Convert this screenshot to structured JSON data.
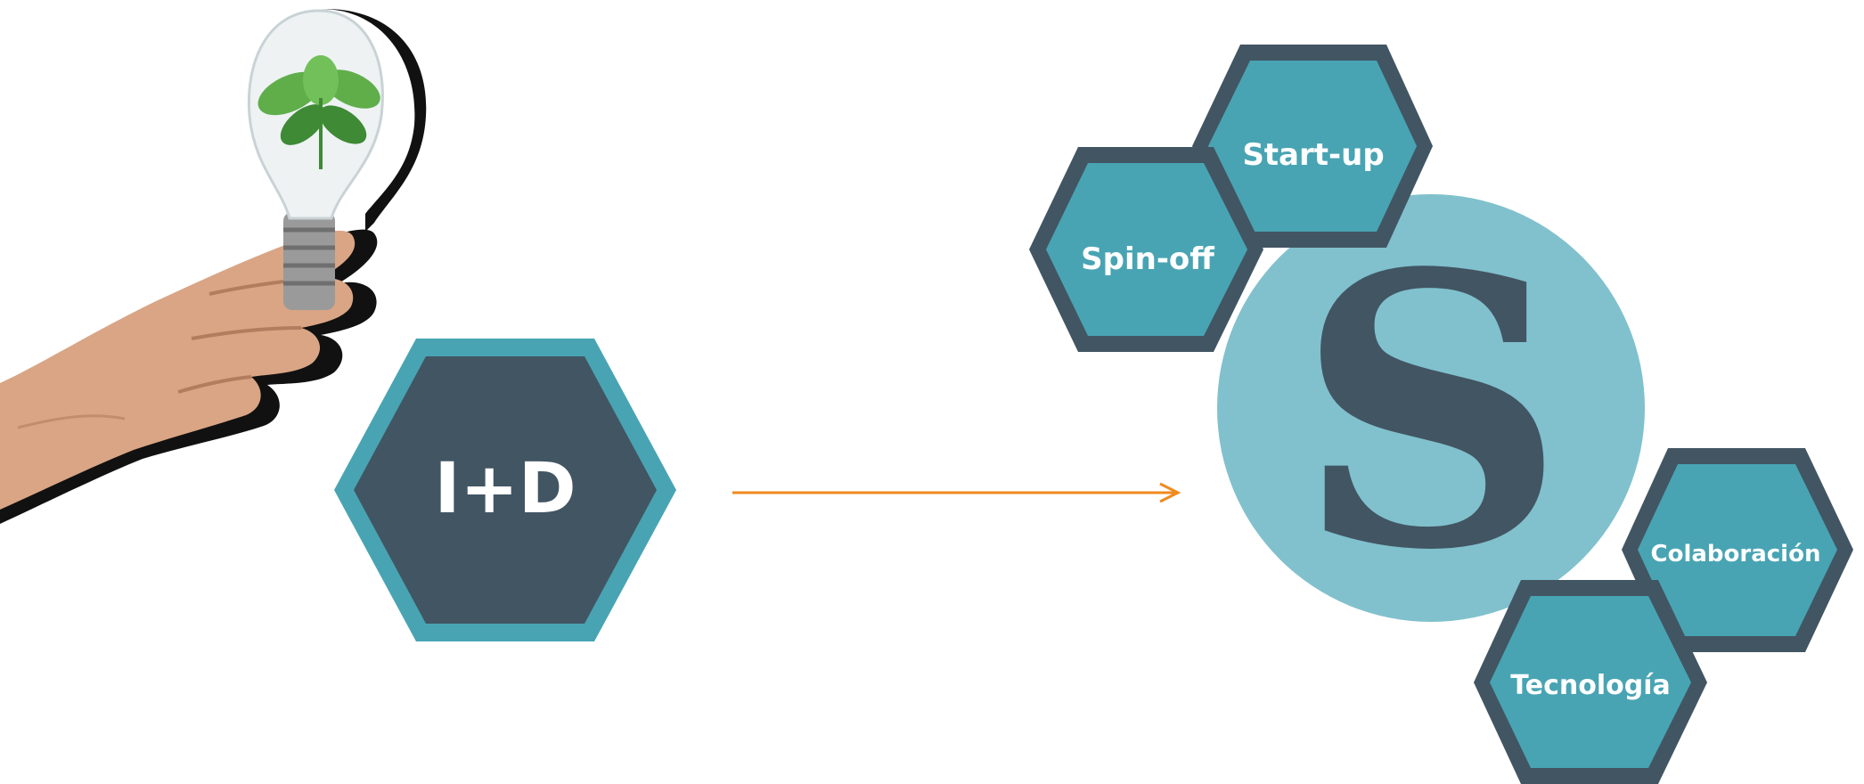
{
  "source": {
    "label": "I+D",
    "icon": "lightbulb-plant-hand-icon"
  },
  "arrow": {
    "icon": "arrow-right-icon"
  },
  "target": {
    "logo_letter": "S",
    "logo_icon": "s-logo-icon"
  },
  "outcomes": [
    {
      "label": "Start-up"
    },
    {
      "label": "Spin-off"
    },
    {
      "label": "Colaboración"
    },
    {
      "label": "Tecnología"
    }
  ],
  "colors": {
    "dark_slate": "#425563",
    "teal": "#48a4b3",
    "light_teal": "#80c1cd",
    "orange": "#f08a1c",
    "skin": "#d9a585",
    "skin_shadow": "#b27d5e",
    "leaf": "#5fae4a",
    "leaf_dark": "#3f8a35",
    "bulb_glass": "#eef2f3",
    "bulb_base": "#9a9a9a"
  }
}
